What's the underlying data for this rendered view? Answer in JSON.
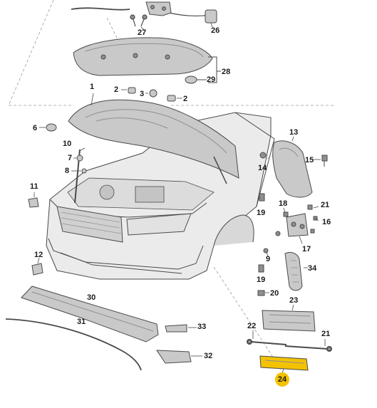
{
  "labels": {
    "l1": "1",
    "l2a": "2",
    "l2b": "2",
    "l3": "3",
    "l6": "6",
    "l7": "7",
    "l8": "8",
    "l10": "10",
    "l11": "11",
    "l12": "12",
    "l13": "13",
    "l14": "14",
    "l15": "15",
    "l16": "16",
    "l17": "17",
    "l18": "18",
    "l19a": "19",
    "l19b": "19",
    "l9": "9",
    "l20": "20",
    "l21a": "21",
    "l21b": "21",
    "l22": "22",
    "l23": "23",
    "l24": "24",
    "l26": "26",
    "l27": "27",
    "l28": "28",
    "l29": "29",
    "l30": "30",
    "l31": "31",
    "l32": "32",
    "l33": "33",
    "l34": "34"
  },
  "colors": {
    "part_fill": "#c9c9c9",
    "part_dark": "#8f8f8f",
    "car_fill": "#ebebeb",
    "outline": "#4a4a4a",
    "dash": "#9a9a9a",
    "highlight": "#f3c200"
  }
}
